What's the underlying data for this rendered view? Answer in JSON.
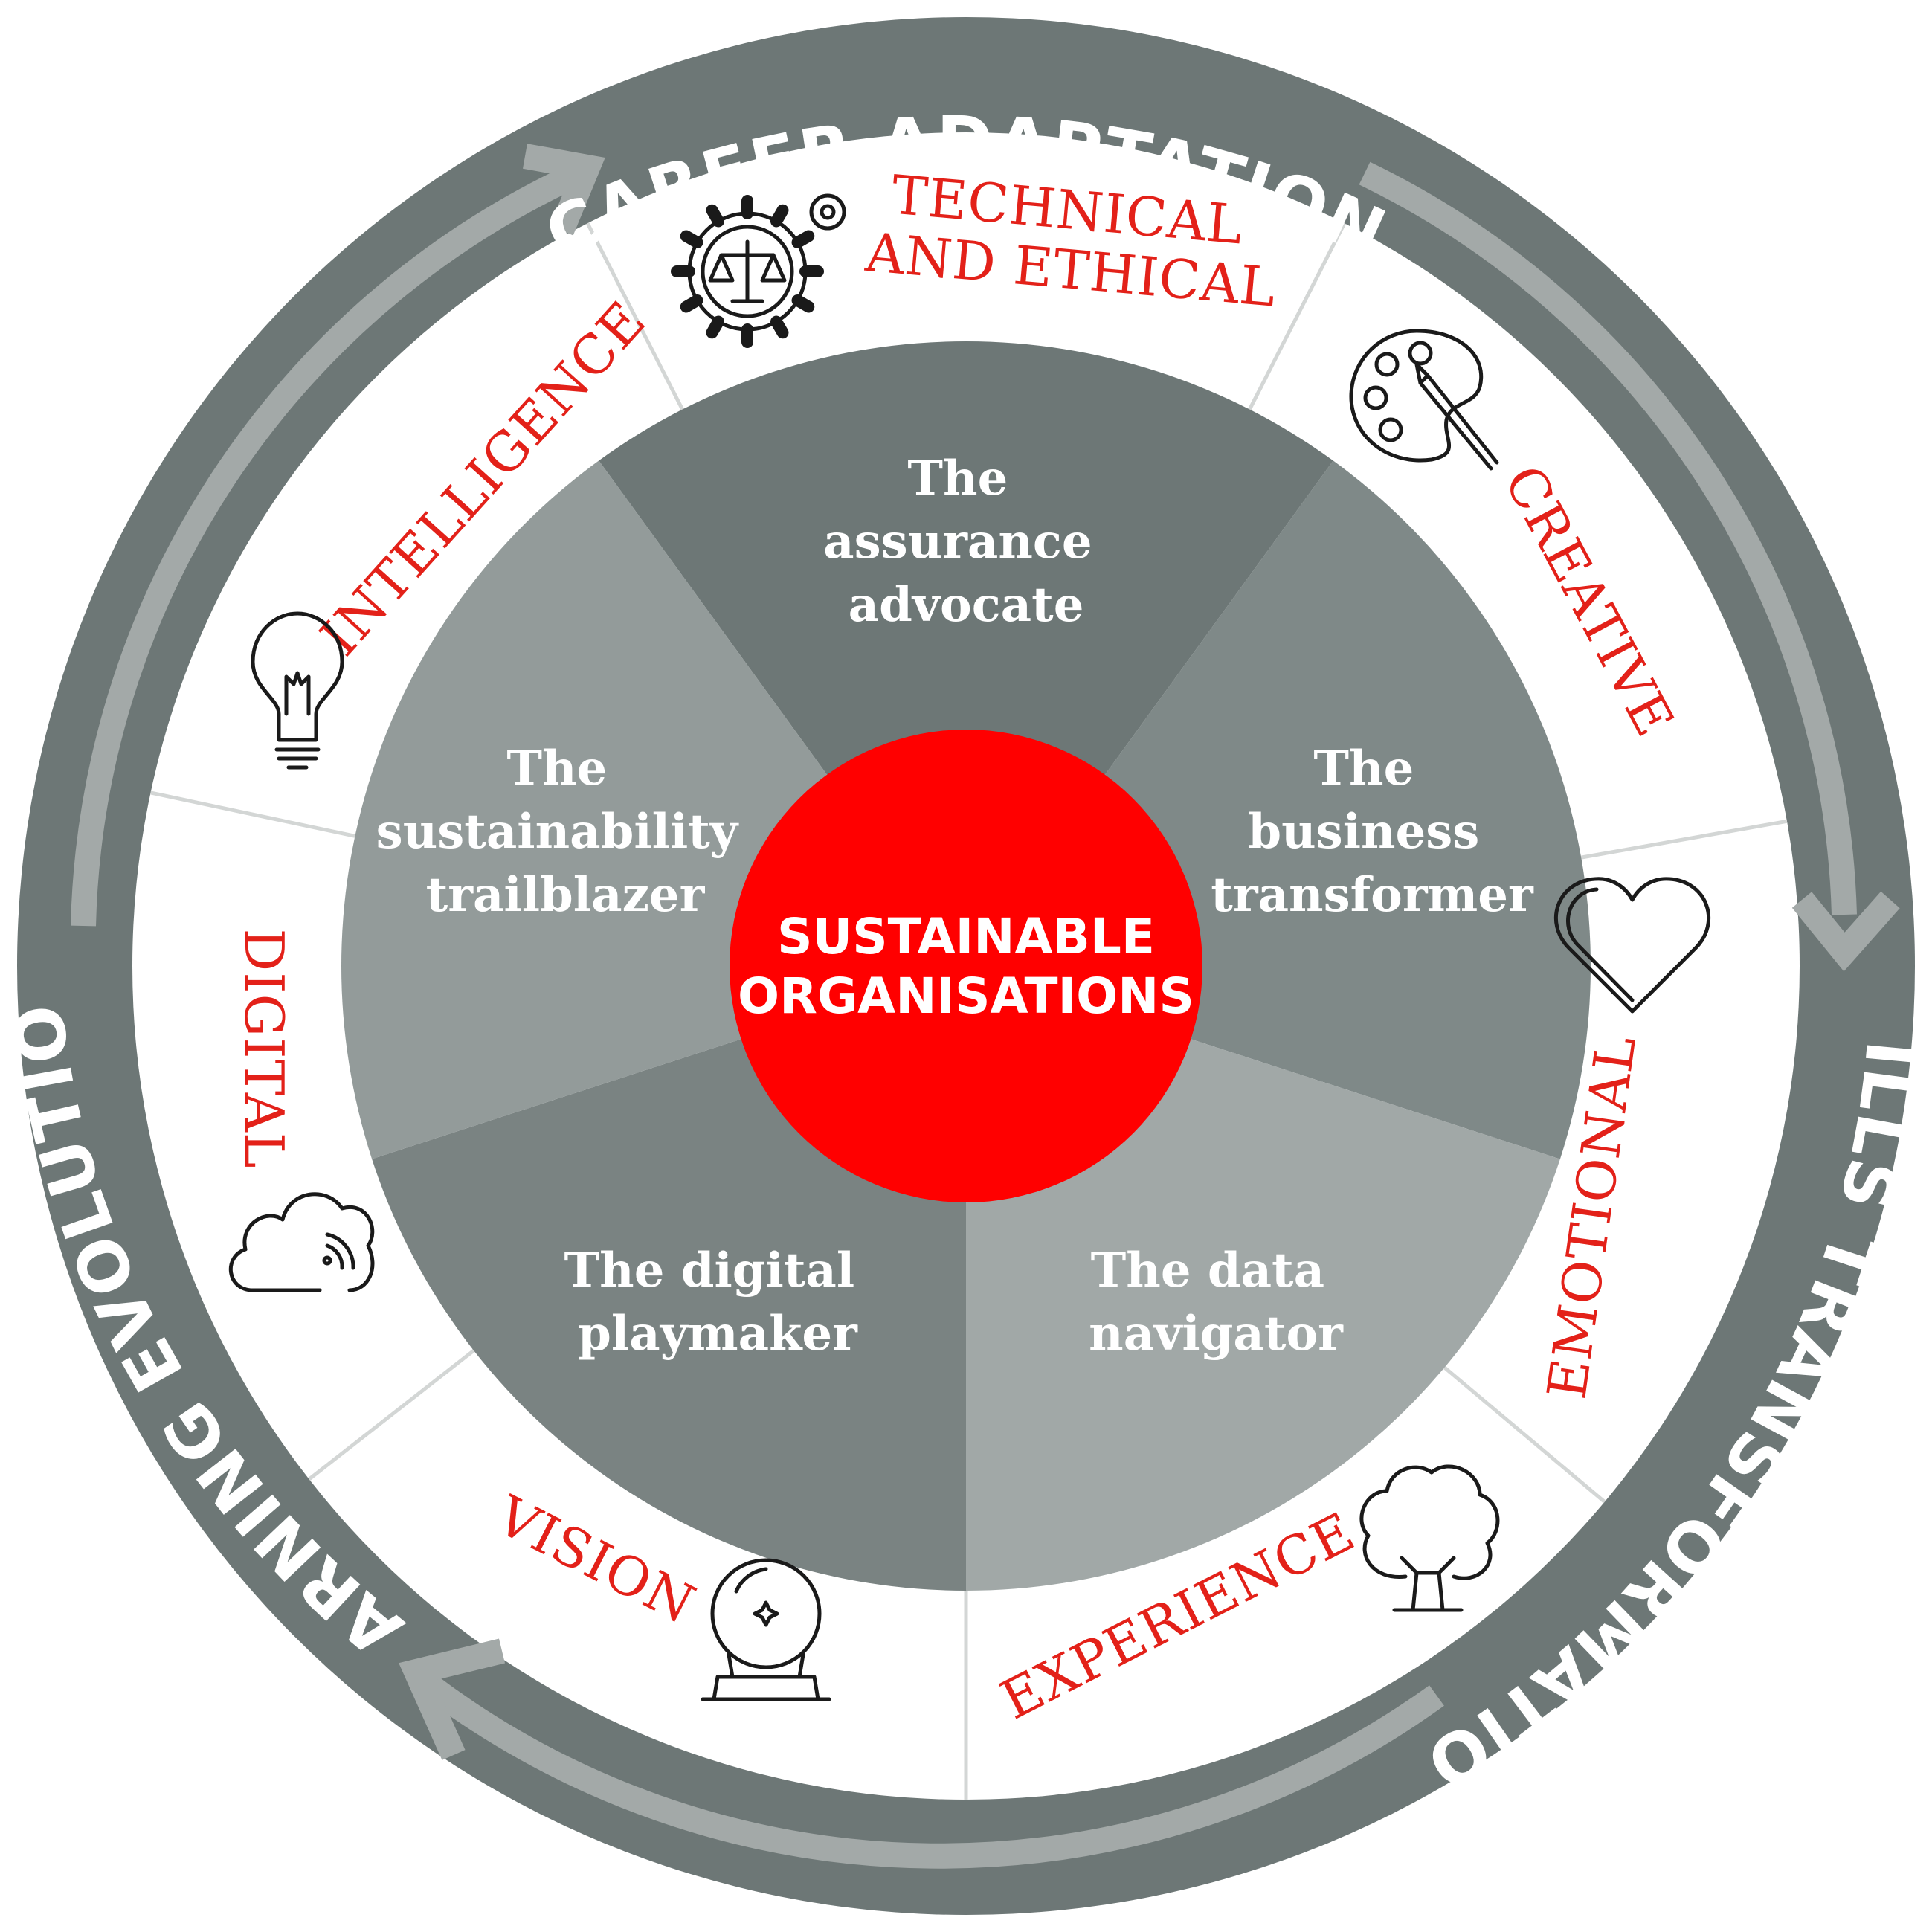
{
  "colors": {
    "outer_ring": "#6d7776",
    "arrow": "#a3a9a8",
    "divider": "#d3d6d5",
    "skill_text": "#e32119",
    "center": "#ff0000",
    "role_segments": [
      "#6d7776",
      "#7f8988",
      "#a1a8a7",
      "#7a8382",
      "#939b9a"
    ]
  },
  "outer_ring": {
    "top": "CAREER ADAPTATION",
    "right": "SKILLS TRANSFORMATION",
    "left": "LEARNING EVOLUTION"
  },
  "skills": [
    {
      "label": "TECHNICAL",
      "label2": "AND ETHICAL",
      "icon": "gear-scales-icon"
    },
    {
      "label": "CREATIVE",
      "icon": "palette-icon"
    },
    {
      "label": "EMOTIONAL",
      "icon": "heart-icon"
    },
    {
      "label": "EXPERIENCE",
      "icon": "tree-icon"
    },
    {
      "label": "VISION",
      "icon": "crystal-ball-icon"
    },
    {
      "label": "DIGITAL",
      "icon": "cloud-icon"
    },
    {
      "label": "INTELLIGENCE",
      "icon": "lightbulb-icon"
    }
  ],
  "roles": [
    {
      "lines": [
        "The",
        "assurance",
        "advocate"
      ]
    },
    {
      "lines": [
        "The",
        "business",
        "transformer"
      ]
    },
    {
      "lines": [
        "The data",
        "navigator"
      ]
    },
    {
      "lines": [
        "The digital",
        "playmaker"
      ]
    },
    {
      "lines": [
        "The",
        "sustainability",
        "trailblazer"
      ]
    }
  ],
  "center": {
    "line1": "SUSTAINABLE",
    "line2": "ORGANISATIONS"
  }
}
